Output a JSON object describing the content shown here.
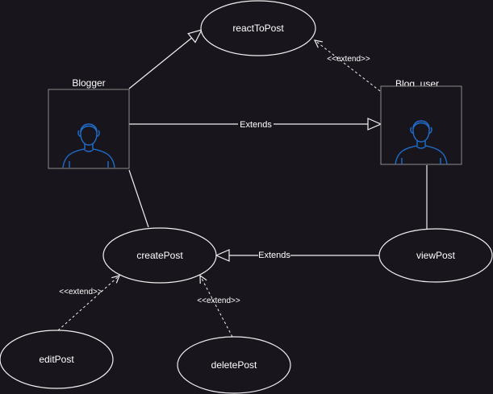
{
  "colors": {
    "background": "#18161c",
    "stroke": "#f0f0f0",
    "actor_icon": "#1e6fcf",
    "text": "#ffffff"
  },
  "use_cases": {
    "react_to_post": "reactToPost",
    "create_post": "createPost",
    "view_post": "viewPost",
    "edit_post": "editPost",
    "delete_post": "deletePost"
  },
  "actors": {
    "blogger": {
      "label": "Blogger",
      "icon": "user-icon"
    },
    "blog_user": {
      "label": "Blog_user",
      "icon": "user-icon"
    }
  },
  "relations": {
    "extends_actor": "Extends",
    "extends_view": "Extends",
    "extend_react": "<<extend>>",
    "extend_edit": "<<extend>>",
    "extend_delete": "<<extend>>"
  }
}
